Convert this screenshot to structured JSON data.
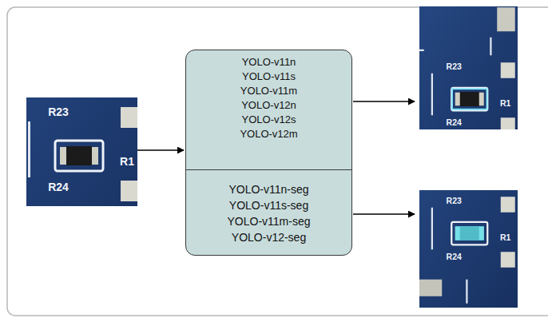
{
  "diagram": {
    "nodes": [
      {
        "text": [
          "YOLO-v11n",
          "YOLO-v11s",
          "YOLO-v11m",
          "YOLO-v12n",
          "YOLO-v12s",
          "YOLO-v12m"
        ]
      },
      {
        "text": [
          "YOLO-v11n-seg",
          "YOLO-v11s-seg",
          "YOLO-v11m-seg",
          "YOLO-v12-seg"
        ]
      }
    ],
    "labels": [
      "R23",
      "R24",
      "R1",
      "R23",
      "R24",
      "R1",
      "R23",
      "R24",
      "R1"
    ]
  }
}
